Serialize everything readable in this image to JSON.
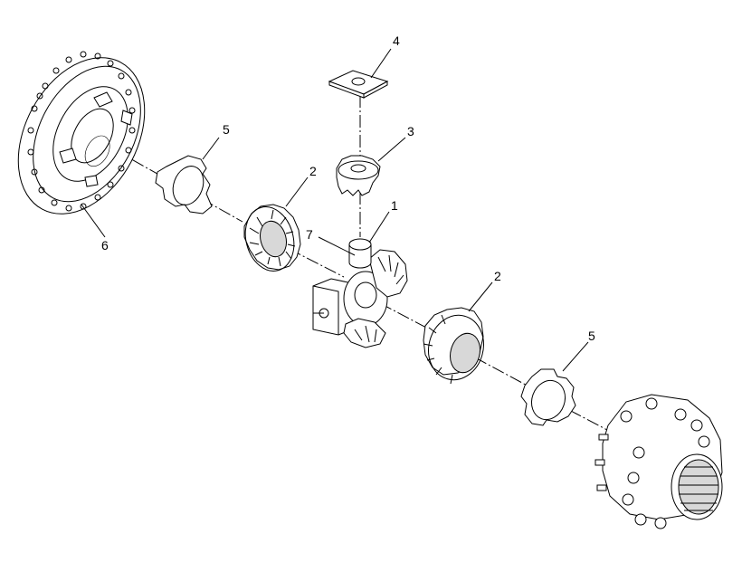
{
  "diagram": {
    "callouts": [
      {
        "id": "c1",
        "label": "1"
      },
      {
        "id": "c2a",
        "label": "2"
      },
      {
        "id": "c2b",
        "label": "2"
      },
      {
        "id": "c3",
        "label": "3"
      },
      {
        "id": "c4",
        "label": "4"
      },
      {
        "id": "c5a",
        "label": "5"
      },
      {
        "id": "c5b",
        "label": "5"
      },
      {
        "id": "c6",
        "label": "6"
      },
      {
        "id": "c7",
        "label": "7"
      }
    ]
  }
}
